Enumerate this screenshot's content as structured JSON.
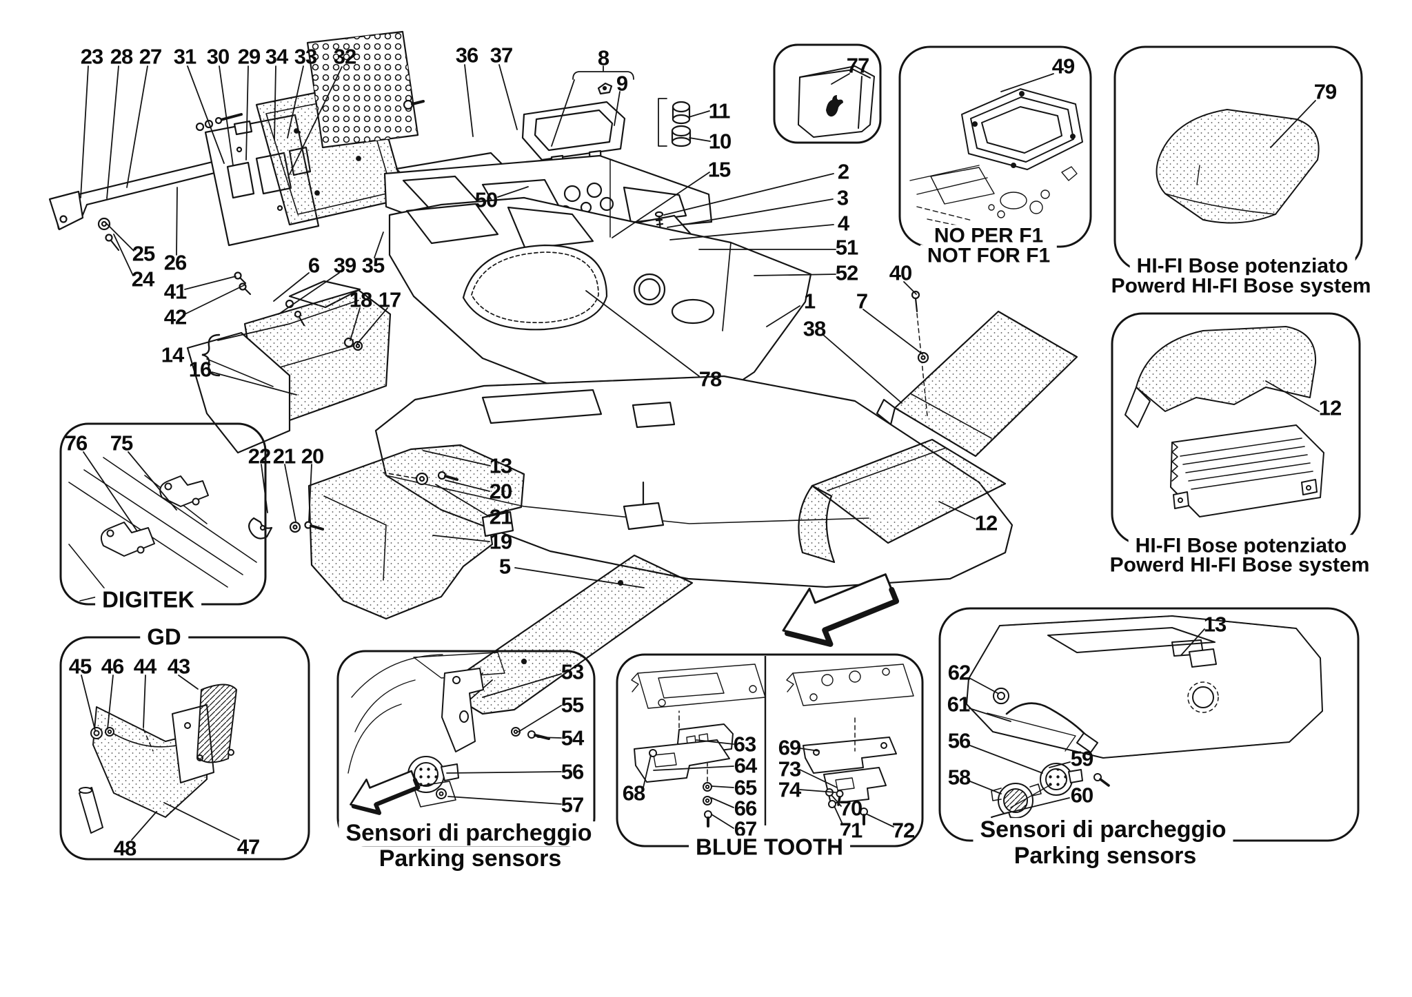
{
  "page": {
    "background": "#ffffff",
    "ink": "#141414"
  },
  "callouts": {
    "c23": "23",
    "c28": "28",
    "c27": "27",
    "c31": "31",
    "c30": "30",
    "c29": "29",
    "c34": "34",
    "c33": "33",
    "c32": "32",
    "c36": "36",
    "c37": "37",
    "c8": "8",
    "c9": "9",
    "c11": "11",
    "c10": "10",
    "c15": "15",
    "c50": "50",
    "c77": "77",
    "c49": "49",
    "c79": "79",
    "c2": "2",
    "c3": "3",
    "c4": "4",
    "c51": "51",
    "c52": "52",
    "c40": "40",
    "c1": "1",
    "c7": "7",
    "c38": "38",
    "c78": "78",
    "c25": "25",
    "c24": "24",
    "c26": "26",
    "c41": "41",
    "c42": "42",
    "c6": "6",
    "c39": "39",
    "c35": "35",
    "c18": "18",
    "c17": "17",
    "c14": "14",
    "c16": "16",
    "c76": "76",
    "c75": "75",
    "c22": "22",
    "c21": "21",
    "c20": "20",
    "c13": "13",
    "c20b": "20",
    "c21b": "21",
    "c19": "19",
    "c5": "5",
    "c12m": "12",
    "c12r": "12",
    "c45": "45",
    "c46": "46",
    "c44": "44",
    "c43": "43",
    "c48": "48",
    "c47": "47",
    "c53": "53",
    "c55": "55",
    "c54": "54",
    "c56m": "56",
    "c57": "57",
    "c63": "63",
    "c64": "64",
    "c65": "65",
    "c66": "66",
    "c67": "67",
    "c68": "68",
    "c69": "69",
    "c73": "73",
    "c74": "74",
    "c70": "70",
    "c71": "71",
    "c72": "72",
    "c13b": "13",
    "c62": "62",
    "c61": "61",
    "c56b": "56",
    "c58": "58",
    "c59": "59",
    "c60": "60"
  },
  "boxes": {
    "no_f1": {
      "line1": "NO PER F1",
      "line2": "NOT FOR F1"
    },
    "bose_top": {
      "line1": "HI-FI Bose potenziato",
      "line2": "Powerd HI-FI Bose system"
    },
    "bose_mid": {
      "line1": "HI-FI Bose potenziato",
      "line2": "Powerd HI-FI Bose system"
    },
    "digitek": {
      "label": "DIGITEK"
    },
    "gd": {
      "label": "GD"
    },
    "parking_mid": {
      "line1": "Sensori di parcheggio",
      "line2": "Parking sensors"
    },
    "bluetooth": {
      "label": "BLUE TOOTH"
    },
    "parking_right": {
      "line1": "Sensori di parcheggio",
      "line2": "Parking sensors"
    }
  }
}
